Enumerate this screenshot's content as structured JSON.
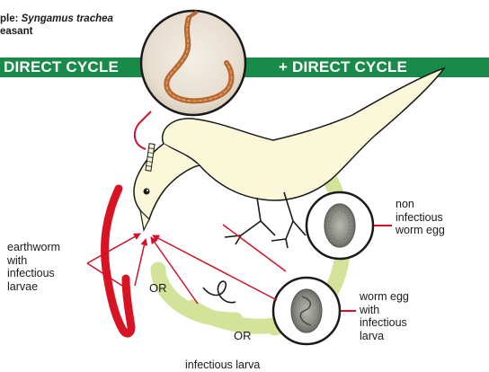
{
  "title": {
    "line1_prefix": "ple: ",
    "line1_species": "Syngamus trachea",
    "line2": "easant"
  },
  "band": {
    "left_label": "DIRECT CYCLE",
    "right_label": "+ DIRECT CYCLE"
  },
  "labels": {
    "earthworm": "earthworm\nwith\ninfectious\nlarvae",
    "non_infectious_egg": "non\ninfectious\nworm egg",
    "egg_with_larva": "worm egg\nwith\ninfectious\nlarva",
    "infectious_larva": "infectious larva",
    "or_left": "OR",
    "or_bottom": "OR"
  },
  "colors": {
    "band": "#1a8a4a",
    "cycle": "#d3e39a",
    "arrow": "#d2102a",
    "bird": "#fbf8d9",
    "worm_red": "#d81424"
  }
}
